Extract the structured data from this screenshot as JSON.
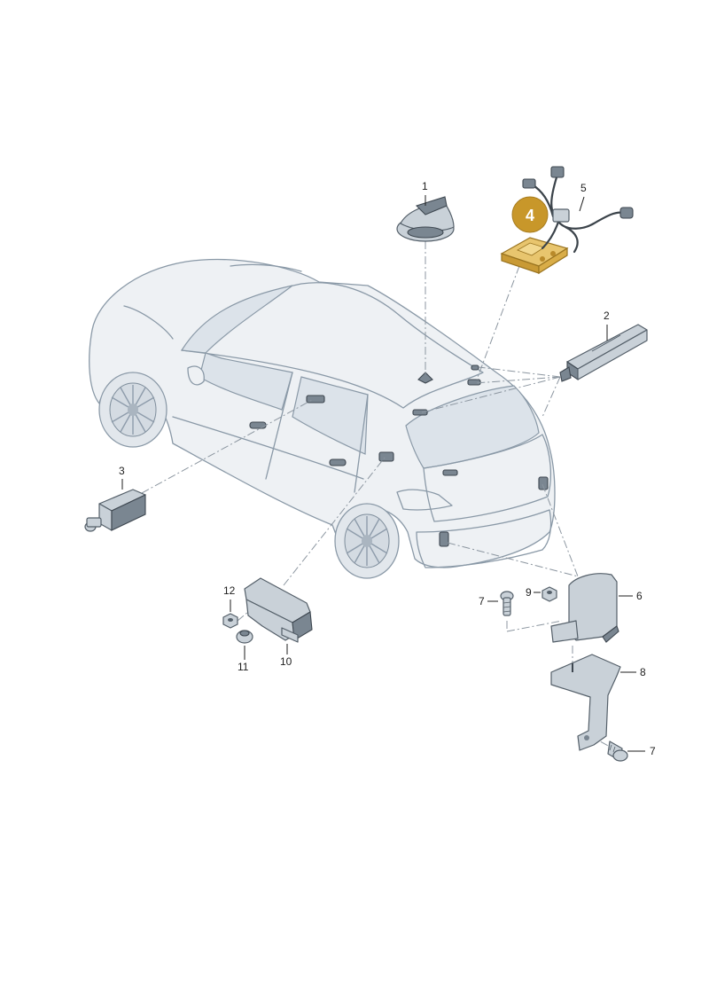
{
  "callouts": [
    {
      "id": "1",
      "label": "1"
    },
    {
      "id": "2",
      "label": "2"
    },
    {
      "id": "3",
      "label": "3"
    },
    {
      "id": "4",
      "label": "4"
    },
    {
      "id": "5",
      "label": "5"
    },
    {
      "id": "6",
      "label": "6"
    },
    {
      "id": "7a",
      "label": "7"
    },
    {
      "id": "7b",
      "label": "7"
    },
    {
      "id": "8",
      "label": "8"
    },
    {
      "id": "9",
      "label": "9"
    },
    {
      "id": "10",
      "label": "10"
    },
    {
      "id": "11",
      "label": "11"
    },
    {
      "id": "12",
      "label": "12"
    }
  ],
  "highlight": {
    "part": "4",
    "color": "#d9b04a",
    "badge_color": "#c8972a"
  },
  "colors": {
    "car_outline": "#8a99a7",
    "part_outline": "#545f69",
    "leader_line": "#8c96a0"
  }
}
